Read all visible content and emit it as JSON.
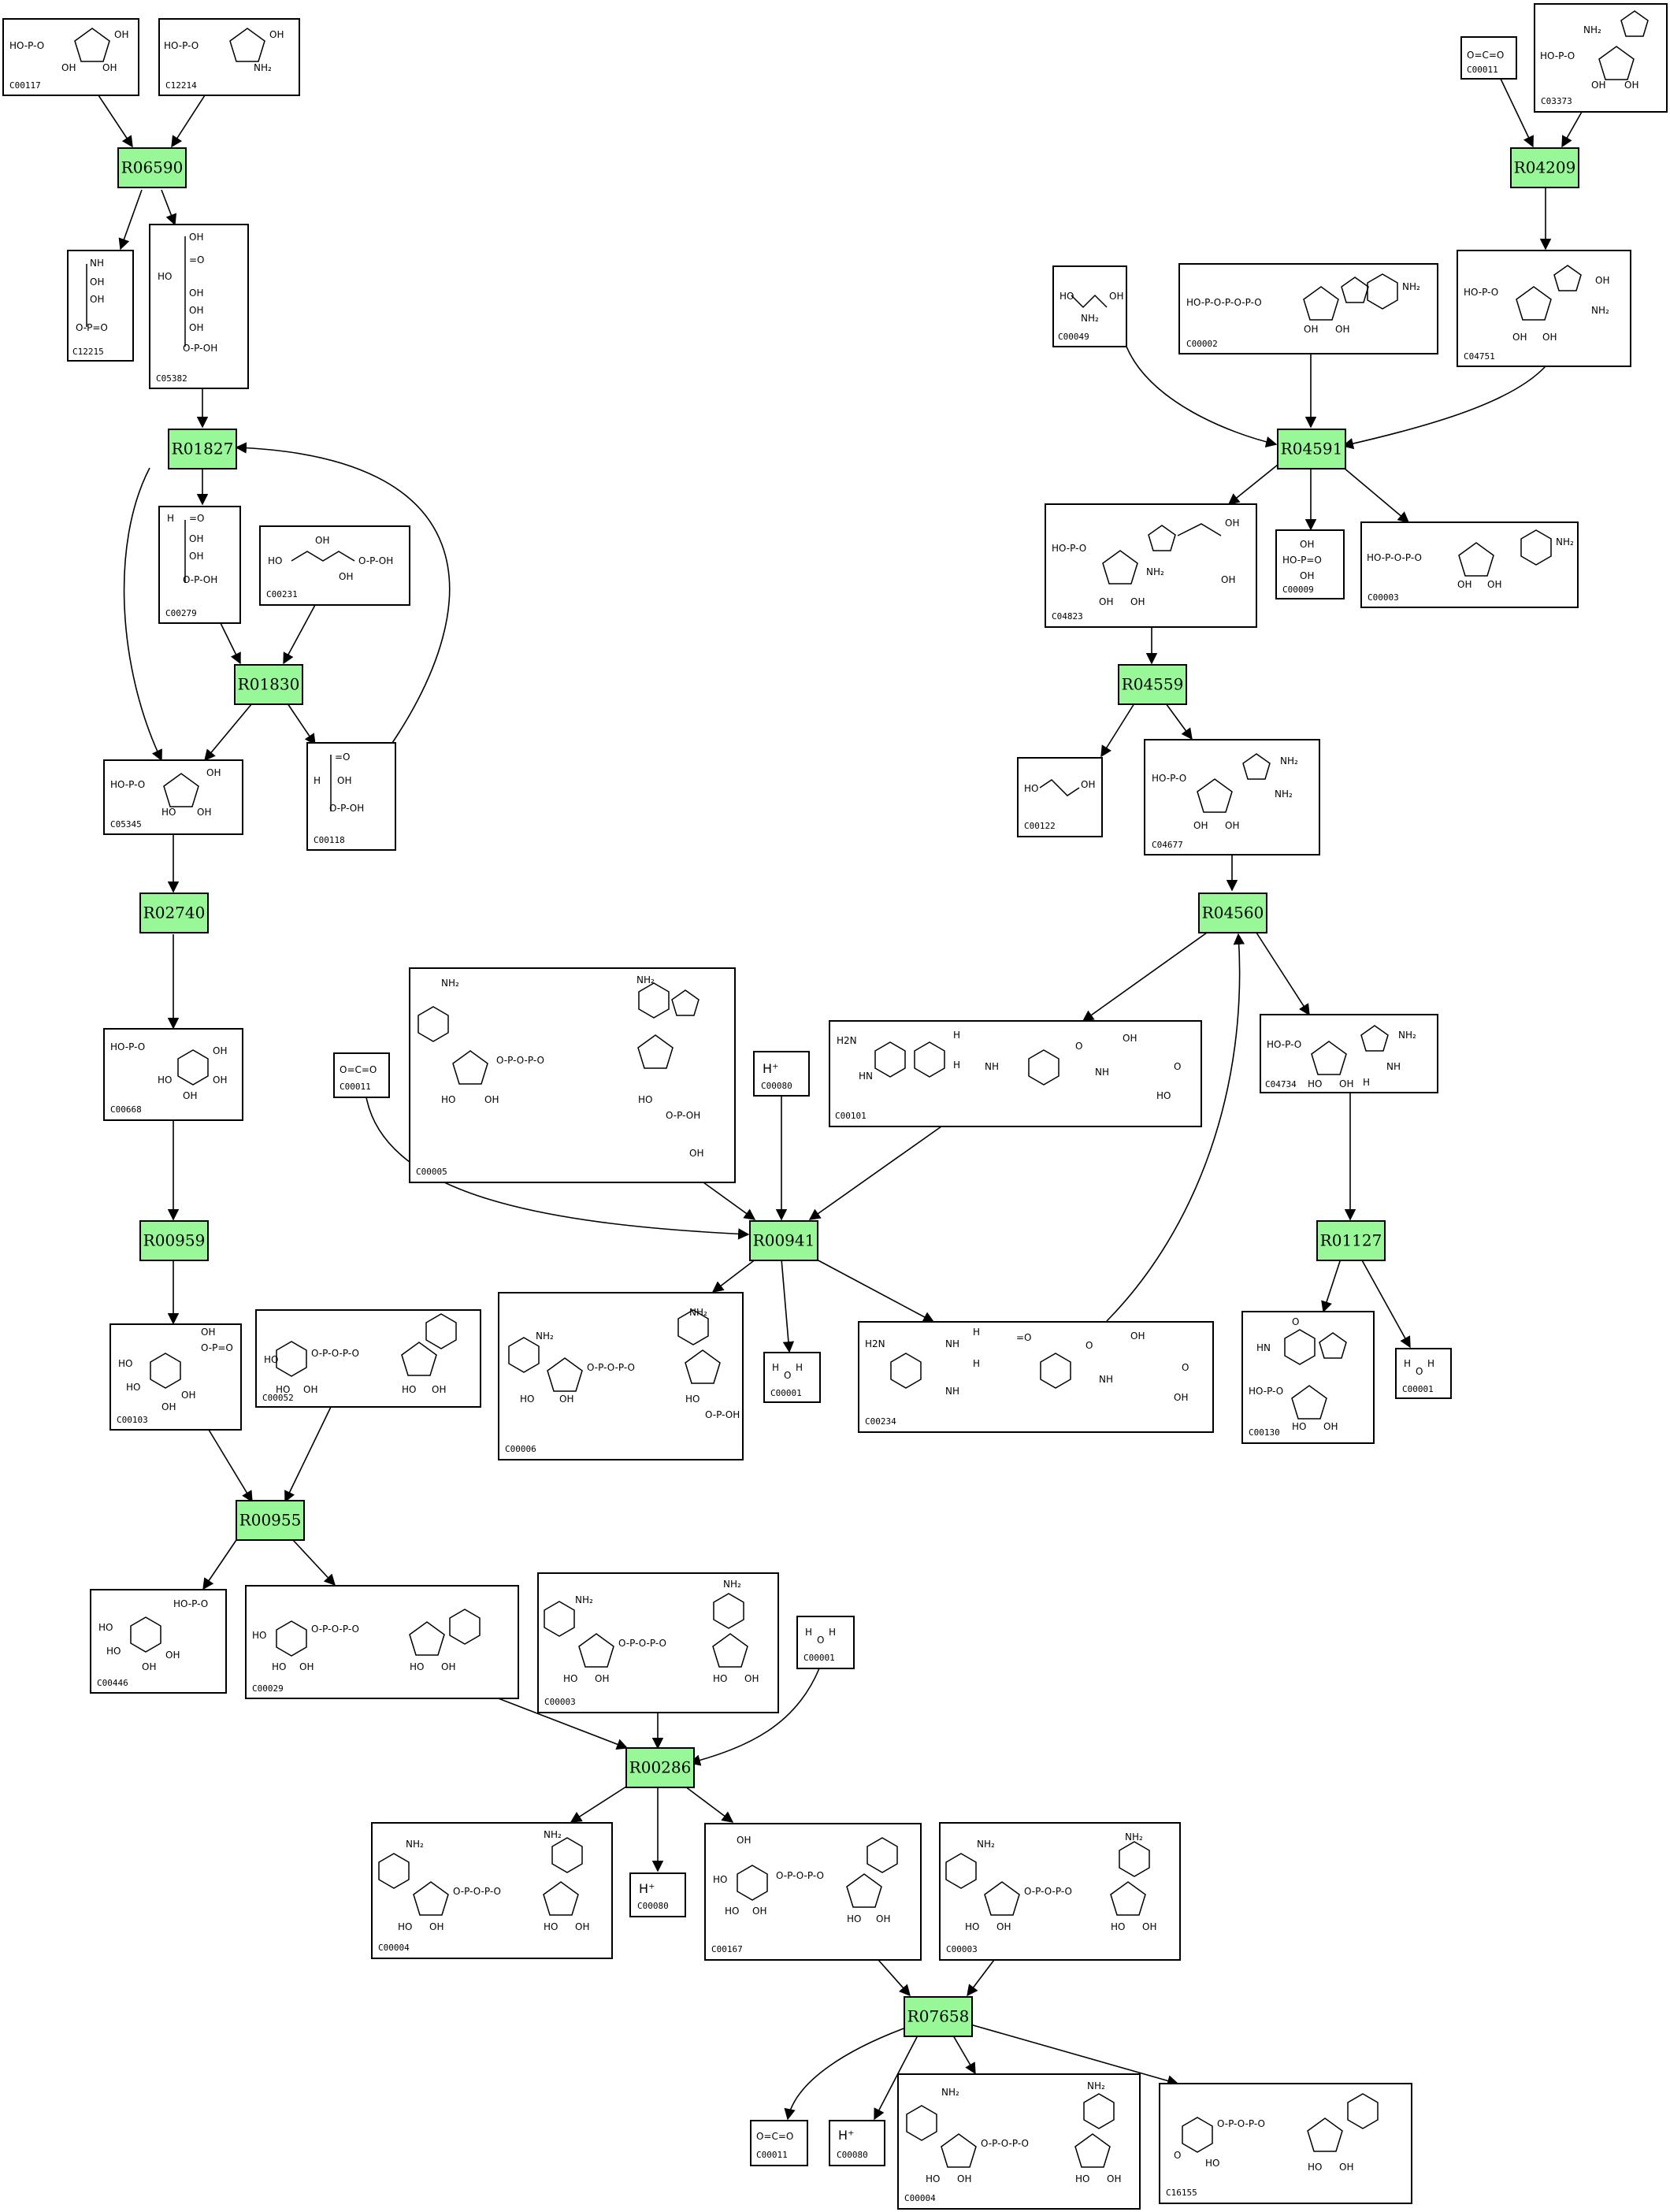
{
  "reactions": [
    {
      "id": "R06590"
    },
    {
      "id": "R04209"
    },
    {
      "id": "R01827"
    },
    {
      "id": "R04591"
    },
    {
      "id": "R01830"
    },
    {
      "id": "R04559"
    },
    {
      "id": "R02740"
    },
    {
      "id": "R04560"
    },
    {
      "id": "R00959"
    },
    {
      "id": "R00941"
    },
    {
      "id": "R01127"
    },
    {
      "id": "R00955"
    },
    {
      "id": "R00286"
    },
    {
      "id": "R07658"
    }
  ],
  "compounds": [
    {
      "id": "C00117"
    },
    {
      "id": "C12214"
    },
    {
      "id": "C00011"
    },
    {
      "id": "C03373"
    },
    {
      "id": "C12215"
    },
    {
      "id": "C05382"
    },
    {
      "id": "C00049"
    },
    {
      "id": "C00002"
    },
    {
      "id": "C04751"
    },
    {
      "id": "C00279"
    },
    {
      "id": "C00231"
    },
    {
      "id": "C04823"
    },
    {
      "id": "C00009"
    },
    {
      "id": "C00003"
    },
    {
      "id": "C05345"
    },
    {
      "id": "C00118"
    },
    {
      "id": "C00122"
    },
    {
      "id": "C04677"
    },
    {
      "id": "C00668"
    },
    {
      "id": "C00011"
    },
    {
      "id": "C00005"
    },
    {
      "id": "C00080"
    },
    {
      "id": "C00101"
    },
    {
      "id": "C04734"
    },
    {
      "id": "C00103"
    },
    {
      "id": "C00052"
    },
    {
      "id": "C00006"
    },
    {
      "id": "C00001"
    },
    {
      "id": "C00234"
    },
    {
      "id": "C00130"
    },
    {
      "id": "C00001"
    },
    {
      "id": "C00446"
    },
    {
      "id": "C00029"
    },
    {
      "id": "C00003"
    },
    {
      "id": "C00001"
    },
    {
      "id": "C00004"
    },
    {
      "id": "C00080"
    },
    {
      "id": "C00167"
    },
    {
      "id": "C00003"
    },
    {
      "id": "C00011"
    },
    {
      "id": "C00080"
    },
    {
      "id": "C00004"
    },
    {
      "id": "C16155"
    }
  ],
  "atom_labels": {
    "proton": "H⁺",
    "water_h": "H",
    "water_o": "O",
    "hydroxyl": "OH",
    "phosphate": "HO-P-O",
    "amine": "NH₂",
    "co2": "O=C=O"
  }
}
